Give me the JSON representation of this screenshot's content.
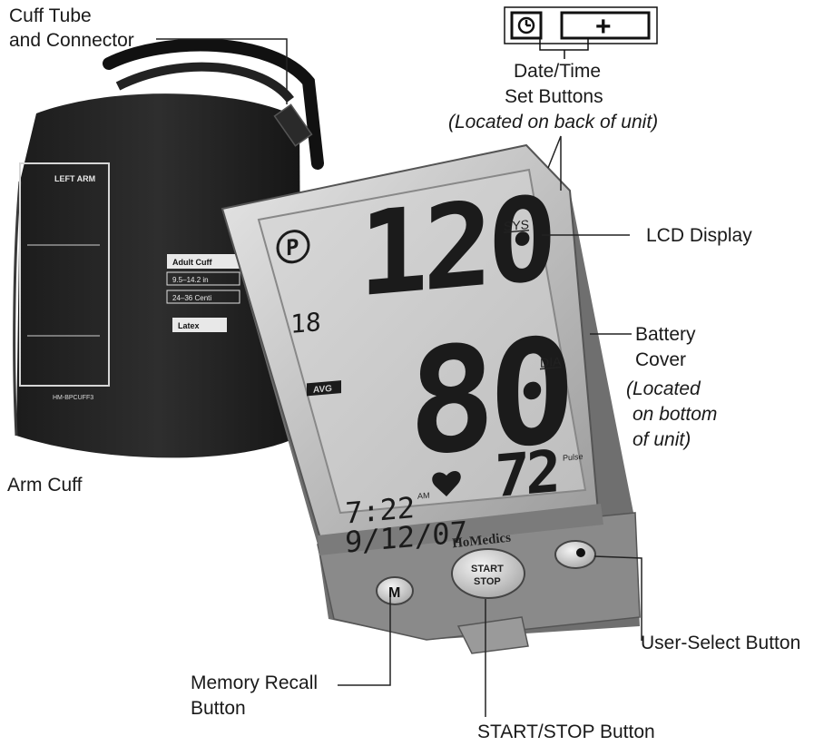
{
  "labels": {
    "cuff_tube_line1": "Cuff Tube",
    "cuff_tube_line2": "and Connector",
    "date_time_line1": "Date/Time",
    "date_time_line2": "Set Buttons",
    "date_time_note": "(Located on back of unit)",
    "lcd_display": "LCD Display",
    "battery_line1": "Battery",
    "battery_line2": "Cover",
    "battery_note1": "(Located",
    "battery_note2": "on bottom",
    "battery_note3": "of unit)",
    "arm_cuff": "Arm Cuff",
    "user_select": "User-Select Button",
    "memory_line1": "Memory Recall",
    "memory_line2": "Button",
    "start_stop_label": "START/STOP Button"
  },
  "set_buttons": {
    "plus": "+"
  },
  "cuff": {
    "left_arm": "LEFT ARM",
    "adult_cuff": "Adult Cuff",
    "size_range_1": "9.5–14.2 in",
    "size_range_2": "24–36 Centi",
    "latex": "Latex",
    "model": "HM-BPCUFF3"
  },
  "display": {
    "systolic": "120",
    "diastolic": "80",
    "pulse": "72",
    "sys_label": "SYS",
    "dia_label": "DIA",
    "pulse_label": "Pulse",
    "user_icon": "P",
    "memory_number": "18",
    "avg_badge": "AVG",
    "time": "7:22",
    "am": "AM",
    "date": "9/12/07"
  },
  "device": {
    "brand": "HoMedics",
    "m_button": "M",
    "start_line1": "START",
    "start_line2": "STOP"
  },
  "icons": {
    "clock": "clock-icon",
    "heart": "heart-icon",
    "user": "user-icon"
  }
}
